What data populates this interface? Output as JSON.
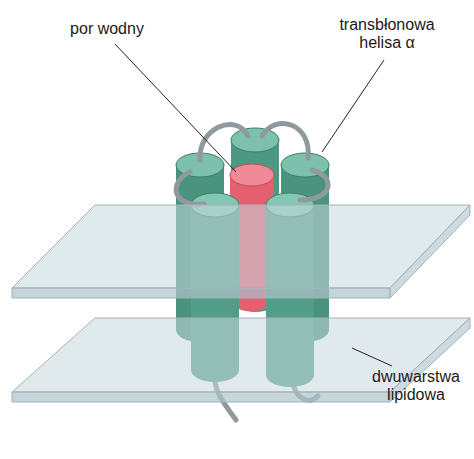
{
  "diagram": {
    "labels": [
      "por wodny",
      "transbłonowa helisa α",
      "dwuwarstwa lipidowa"
    ]
  }
}
